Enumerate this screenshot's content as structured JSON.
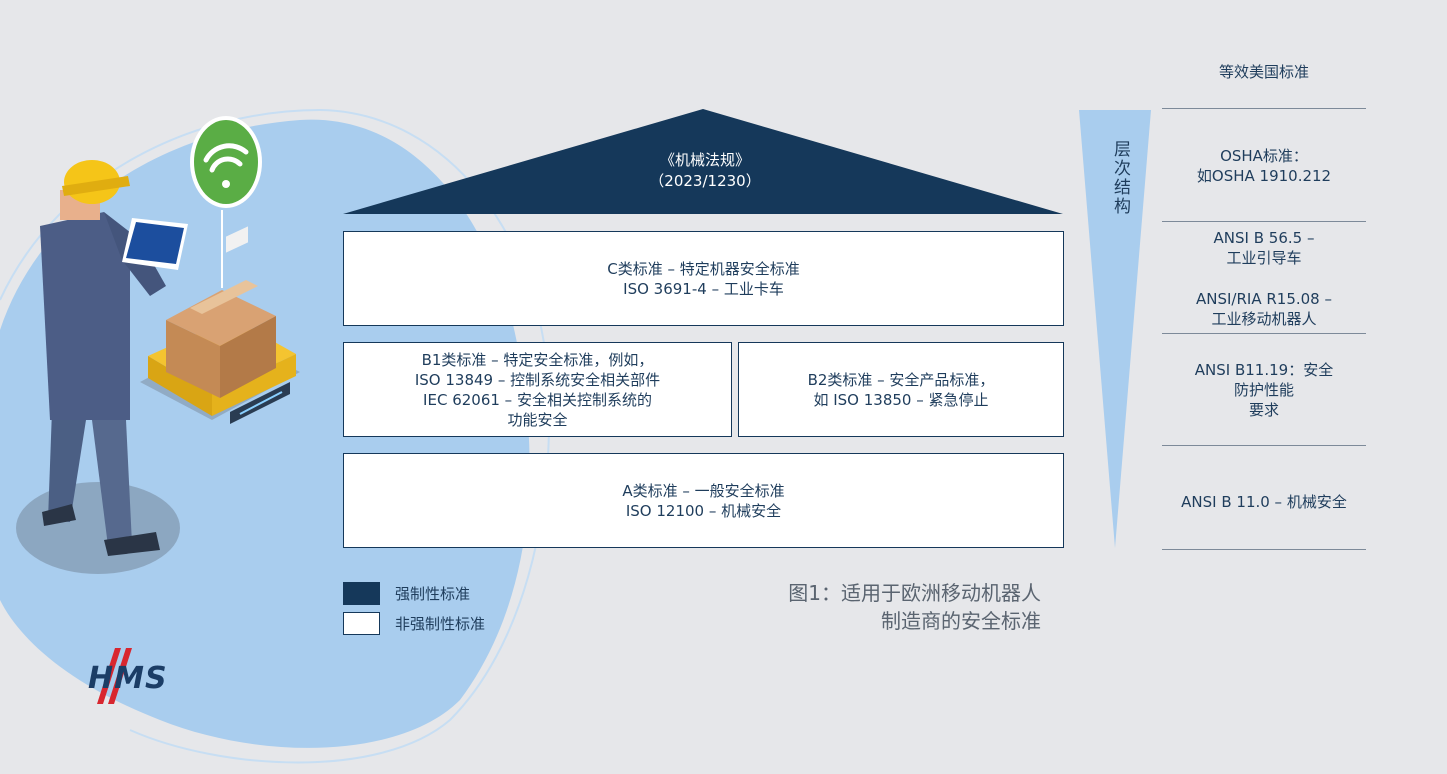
{
  "roof": {
    "line1": "《机械法规》",
    "line2": "（2023/1230）"
  },
  "boxes": {
    "c": {
      "line1": "C类标准 – 特定机器安全标准",
      "line2": "ISO 3691-4 – 工业卡车"
    },
    "b1": {
      "line1": "B1类标准 – 特定安全标准，例如，",
      "line2": "ISO 13849 – 控制系统安全相关部件",
      "line3": "IEC 62061 – 安全相关控制系统的",
      "line4": "功能安全"
    },
    "b2": {
      "line1": "B2类标准 – 安全产品标准，",
      "line2": "如 ISO 13850 – 紧急停止"
    },
    "a": {
      "line1": "A类标准 – 一般安全标准",
      "line2": "ISO 12100 – 机械安全"
    }
  },
  "hierarchy_label": "层次结构",
  "equivalent": {
    "header": "等效美国标准",
    "osha": {
      "line1": "OSHA标准：",
      "line2": "如OSHA 1910.212"
    },
    "ansi_565": {
      "line1": "ANSI B 56.5 –",
      "line2": "工业引导车"
    },
    "ansi_ria": {
      "line1": "ANSI/RIA R15.08 –",
      "line2": "工业移动机器人"
    },
    "ansi_1119": {
      "line1": "ANSI B11.19：安全",
      "line2": "防护性能",
      "line3": "要求"
    },
    "ansi_110": {
      "line1": "ANSI B 11.0 – 机械安全"
    }
  },
  "legend": {
    "mandatory": "强制性标准",
    "non_mandatory": "非强制性标准"
  },
  "caption": {
    "line1": "图1：适用于欧洲移动机器人",
    "line2": "制造商的安全标准"
  },
  "logo_text": "HMS",
  "colors": {
    "navy": "#15385a",
    "light_blue": "#a9cdee",
    "background": "#e6e7ea",
    "green": "#5aad45",
    "helmet_yellow": "#f5c518",
    "robot_yellow": "#f4c430"
  }
}
